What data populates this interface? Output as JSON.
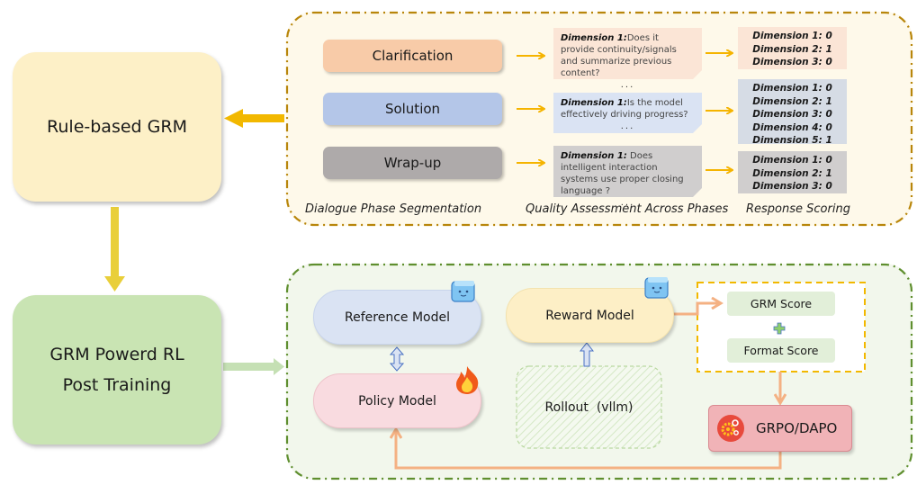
{
  "left_boxes": {
    "rule_grm": "Rule-based GRM",
    "rl_line1": "GRM Powerd RL",
    "rl_line2": "Post Training"
  },
  "top_panel": {
    "phases": [
      {
        "label": "Clarification",
        "color": "#f8cba8"
      },
      {
        "label": "Solution",
        "color": "#b4c6e8"
      },
      {
        "label": "Wrap-up",
        "color": "#aeaaaa"
      }
    ],
    "assessments": [
      {
        "dim": "Dimension 1:",
        "text": "Does it provide continuity/signals and summarize previous content?",
        "ellipsis": "...",
        "color": "#fbe5d6"
      },
      {
        "dim": "Dimension 1:",
        "text": "Is the model effectively driving progress?",
        "ellipsis": "...",
        "color": "#dae3f3"
      },
      {
        "dim": "Dimension 1:",
        "text": " Does intelligent interaction systems use proper closing language ?",
        "ellipsis": "...",
        "color": "#d0cece"
      }
    ],
    "scores": [
      {
        "color": "#fbe5d6",
        "lines": [
          "Dimension 1: 0",
          "Dimension 2: 1",
          "Dimension 3: 0"
        ]
      },
      {
        "color": "#d6dce5",
        "lines": [
          "Dimension 1: 0",
          "Dimension 2: 1",
          "Dimension 3: 0",
          "Dimension 4: 0",
          "Dimension 5: 1"
        ]
      },
      {
        "color": "#d0cece",
        "lines": [
          "Dimension 1: 0",
          "Dimension 2: 1",
          "Dimension 3: 0"
        ]
      }
    ],
    "captions": {
      "segmentation": "Dialogue Phase Segmentation",
      "assessment": "Quality Assessment Across Phases",
      "scoring": "Response Scoring"
    }
  },
  "bottom_panel": {
    "reference_model": "Reference Model",
    "policy_model": "Policy Model",
    "reward_model": "Reward Model",
    "rollout": "Rollout  (vllm)",
    "grm_score": "GRM Score",
    "format_score": "Format Score",
    "optimizer": "GRPO/DAPO",
    "icons": {
      "reference": "frozen-ice-cube-icon",
      "reward": "frozen-ice-cube-icon",
      "policy": "fire-icon",
      "optimizer": "gears-icon",
      "combine": "plus-icon"
    }
  },
  "colors": {
    "gold_arrow": "#f2b800",
    "orange_line": "#f4b183",
    "green_border": "#5f8f2f",
    "gold_border": "#b8860b"
  }
}
